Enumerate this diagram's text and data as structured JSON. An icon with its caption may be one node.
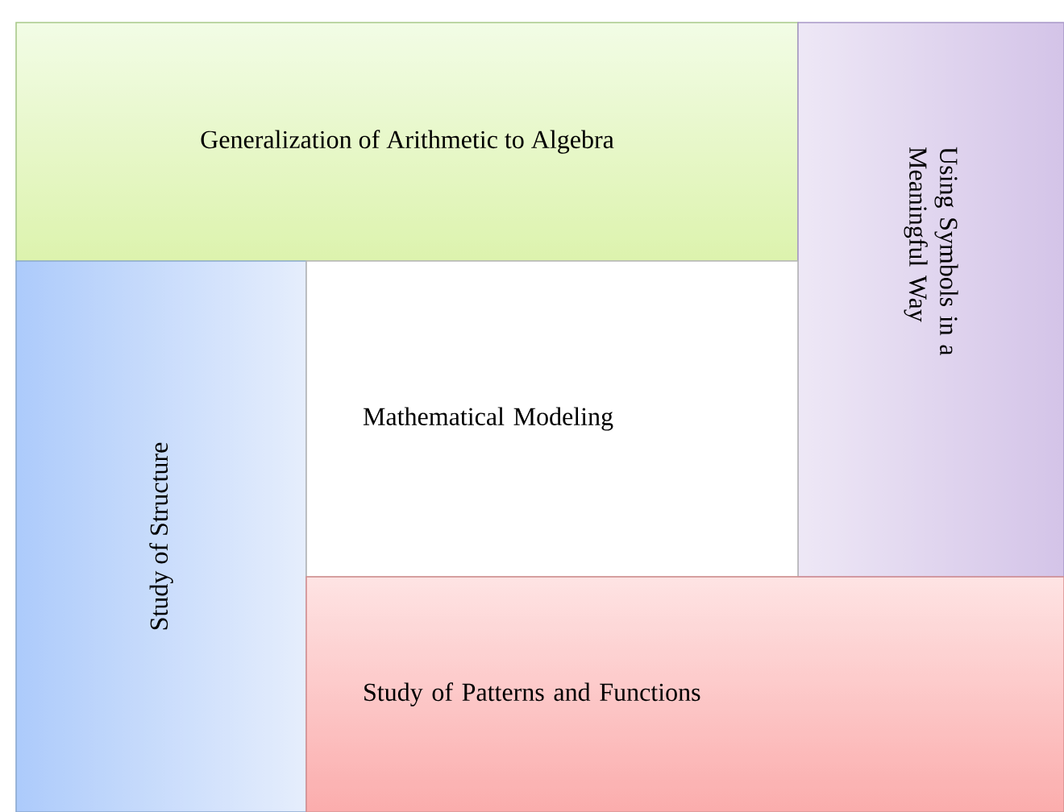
{
  "diagram": {
    "nodes": [
      {
        "text": [
          "Generalization of Arithmetic to Algebra"
        ]
      },
      {
        "text": [
          "Using Symbols in a Meaningful Way"
        ]
      },
      {
        "text": [
          "Study of Structure"
        ]
      },
      {
        "text": [
          "Mathematical Modeling"
        ]
      },
      {
        "text": [
          "Study of Patterns and Functions"
        ]
      }
    ]
  }
}
